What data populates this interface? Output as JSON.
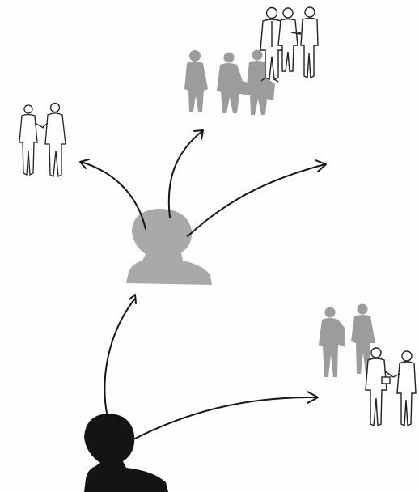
{
  "colors": {
    "background": "#fefefe",
    "primary_person": "#141414",
    "secondary_person": "#a9a9a9",
    "shadow_figure": "#9c9c9c",
    "line_art": "#222222",
    "arrow": "#151515"
  },
  "figures": {
    "primary_head": "dark-head-silhouette",
    "secondary_head": "gray-head-silhouette",
    "groups": [
      {
        "id": "top-left-pair",
        "content": "two-people-shaking-hands"
      },
      {
        "id": "top-group",
        "content": "three-shadow-figures-and-three-drawn-people"
      },
      {
        "id": "bottom-right-group",
        "content": "two-shadow-figures-and-two-drawn-people-shaking-hands"
      }
    ]
  },
  "arrows": [
    {
      "from": "primary_head",
      "to": "secondary_head"
    },
    {
      "from": "primary_head",
      "to": "bottom-right-group"
    },
    {
      "from": "secondary_head",
      "to": "top-left-pair"
    },
    {
      "from": "secondary_head",
      "to": "top-group"
    },
    {
      "from": "secondary_head",
      "to": "off-page-right"
    }
  ]
}
